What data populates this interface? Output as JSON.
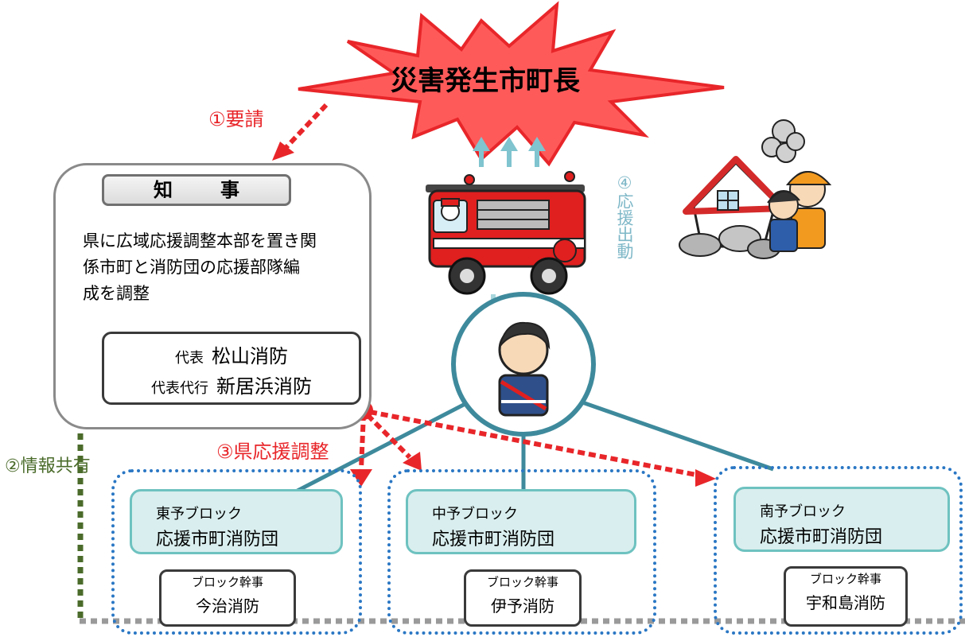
{
  "burst": {
    "title": "災害発生市町長"
  },
  "arrows": {
    "request": "①要請",
    "info_share": "②情報共有",
    "pref_coordination": "③県応援調整",
    "dispatch": "④応援出動"
  },
  "governor": {
    "title": "知事",
    "description": "県に広域応援調整本部を置き関\n係市町と消防団の応援部隊編\n成を調整",
    "representative_label": "代表",
    "representative": "松山消防",
    "deputy_label": "代表代行",
    "deputy": "新居浜消防"
  },
  "blocks": [
    {
      "name": "東予ブロック",
      "unit": "応援市町消防団",
      "secretary_label": "ブロック幹事",
      "secretary": "今治消防"
    },
    {
      "name": "中予ブロック",
      "unit": "応援市町消防団",
      "secretary_label": "ブロック幹事",
      "secretary": "伊予消防"
    },
    {
      "name": "南予ブロック",
      "unit": "応援市町消防団",
      "secretary_label": "ブロック幹事",
      "secretary": "宇和島消防"
    }
  ],
  "colors": {
    "burst_fill": "#ff5a5a",
    "burst_stroke": "#e8262a",
    "red_arrow": "#e8262a",
    "teal_line": "#3e8a9c",
    "light_teal": "#7fc4cf",
    "block_dotted": "#2a77c4",
    "green_dotted": "#4a6b2a",
    "gray_dotted": "#9a9a9a"
  },
  "icons": [
    "fire-truck-icon",
    "firefighter-icon",
    "collapsed-house-icon",
    "rescue-workers-icon"
  ]
}
